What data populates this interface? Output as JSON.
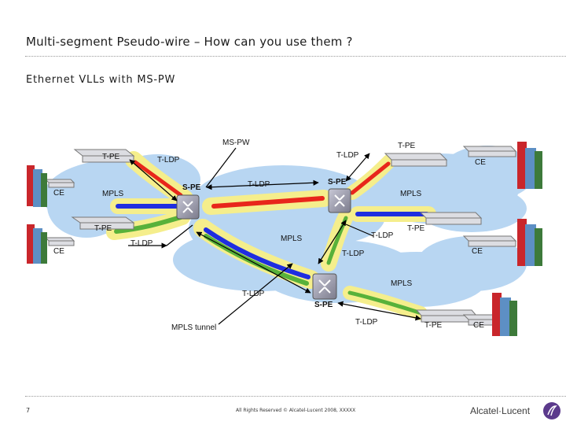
{
  "slide": {
    "title": "Multi-segment Pseudo-wire – How can you use them ?",
    "subtitle": "Ethernet VLLs with MS-PW",
    "page_number": "7",
    "footer": "All Rights Reserved © Alcatel-Lucent 2008, XXXXX",
    "logo_text": "Alcatel·Lucent"
  },
  "diagram": {
    "labels": {
      "ms_pw": "MS-PW",
      "tpe": "T-PE",
      "spe": "S-PE",
      "tldp": "T-LDP",
      "mpls": "MPLS",
      "ce": "CE",
      "mpls_tunnel": "MPLS tunnel"
    }
  },
  "colors": {
    "cloud": "#b8d6f2",
    "tunnel": "#f5ee8c",
    "pw_red": "#e8261b",
    "pw_blue": "#1f2ee0",
    "pw_green": "#58b13a",
    "router": "#9d9dad"
  },
  "icons": [
    "router-icon",
    "switch-icon",
    "building-icon",
    "logo-icon"
  ]
}
